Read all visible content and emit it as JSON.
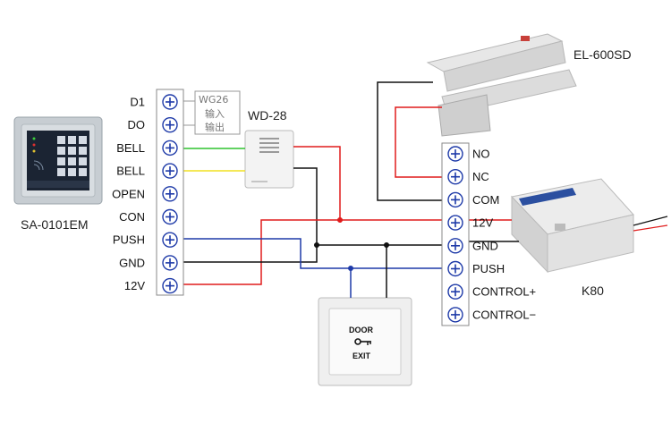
{
  "devices": {
    "keypad": "SA-0101EM",
    "doorbell": "WD-28",
    "lock": "EL-600SD",
    "power_supply": "K80",
    "exit_button": {
      "line1": "DOOR",
      "line2": "EXIT"
    }
  },
  "wiegand_box": {
    "title": "WG26",
    "line1": "输入",
    "line2": "输出"
  },
  "left_terminals": [
    "D1",
    "DO",
    "BELL",
    "BELL",
    "OPEN",
    "CON",
    "PUSH",
    "GND",
    "12V"
  ],
  "right_terminals": [
    "NO",
    "NC",
    "COM",
    "12V",
    "GND",
    "PUSH",
    "CONTROL+",
    "CONTROL−"
  ],
  "colors": {
    "red_wire": "#e01b1b",
    "black_wire": "#111111",
    "blue_wire": "#1e3aa8",
    "green_wire": "#2ec42e",
    "yellow_wire": "#f0e020",
    "terminal_plus": "#1e3aa8"
  },
  "icons": {
    "terminal": "plus-circle-icon",
    "key": "key-icon"
  }
}
